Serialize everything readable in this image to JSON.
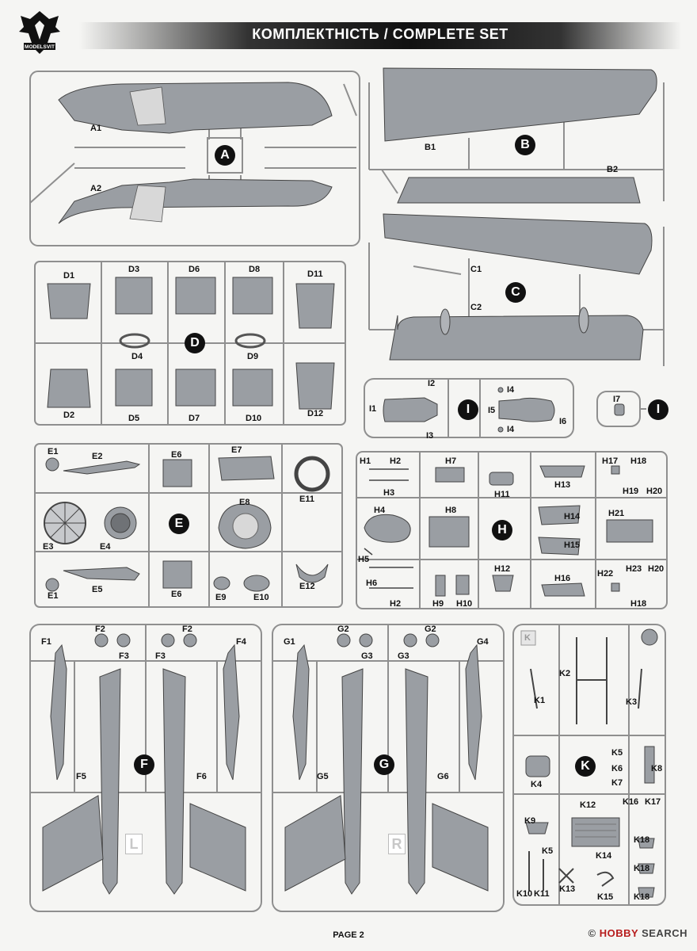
{
  "header": {
    "logo_text": "MODELSVIT",
    "title": "КОМПЛЕКТНІСТЬ / COMPLETE SET"
  },
  "sprues": {
    "A": {
      "letter": "A",
      "parts": [
        "A1",
        "A2"
      ]
    },
    "B": {
      "letter": "B",
      "parts": [
        "B1",
        "B2"
      ]
    },
    "C": {
      "letter": "C",
      "parts": [
        "C1",
        "C2"
      ]
    },
    "D": {
      "letter": "D",
      "parts": [
        "D1",
        "D2",
        "D3",
        "D4",
        "D5",
        "D6",
        "D7",
        "D8",
        "D9",
        "D10",
        "D11",
        "D12"
      ]
    },
    "I": {
      "letter": "I",
      "parts": [
        "I1",
        "I2",
        "I3",
        "I4",
        "I4",
        "I5",
        "I6"
      ]
    },
    "I7": {
      "letter": "I",
      "parts": [
        "I7"
      ]
    },
    "E": {
      "letter": "E",
      "parts": [
        "E1",
        "E2",
        "E3",
        "E4",
        "E5",
        "E1",
        "E6",
        "E6",
        "E7",
        "E8",
        "E9",
        "E10",
        "E11",
        "E12"
      ]
    },
    "H": {
      "letter": "H",
      "parts": [
        "H1",
        "H2",
        "H3",
        "H7",
        "H11",
        "H13",
        "H17",
        "H18",
        "H19",
        "H20",
        "H4",
        "H8",
        "H14",
        "H15",
        "H21",
        "H5",
        "H6",
        "H2",
        "H9",
        "H10",
        "H12",
        "H16",
        "H22",
        "H23",
        "H20",
        "H18"
      ]
    },
    "F": {
      "letter": "F",
      "parts": [
        "F1",
        "F2",
        "F2",
        "F3",
        "F3",
        "F4",
        "F5",
        "F6"
      ],
      "side_mark": "L"
    },
    "G": {
      "letter": "G",
      "parts": [
        "G1",
        "G2",
        "G2",
        "G3",
        "G3",
        "G4",
        "G5",
        "G6"
      ],
      "side_mark": "R"
    },
    "K": {
      "letter": "K",
      "corner_mark": "K",
      "parts": [
        "K1",
        "K2",
        "K3",
        "K4",
        "K5",
        "K6",
        "K7",
        "K8",
        "K9",
        "K12",
        "K16",
        "K17",
        "K18",
        "K5",
        "K14",
        "K18",
        "K10",
        "K11",
        "K13",
        "K15",
        "K18"
      ]
    }
  },
  "footer": {
    "page": "PAGE 2",
    "watermark_prefix": "©",
    "watermark_brand": "HOBBY",
    "watermark_suffix": "SEARCH"
  },
  "colors": {
    "accent": "#111111",
    "part_fill": "#9a9ea3",
    "sprue": "#8f8f8f"
  }
}
